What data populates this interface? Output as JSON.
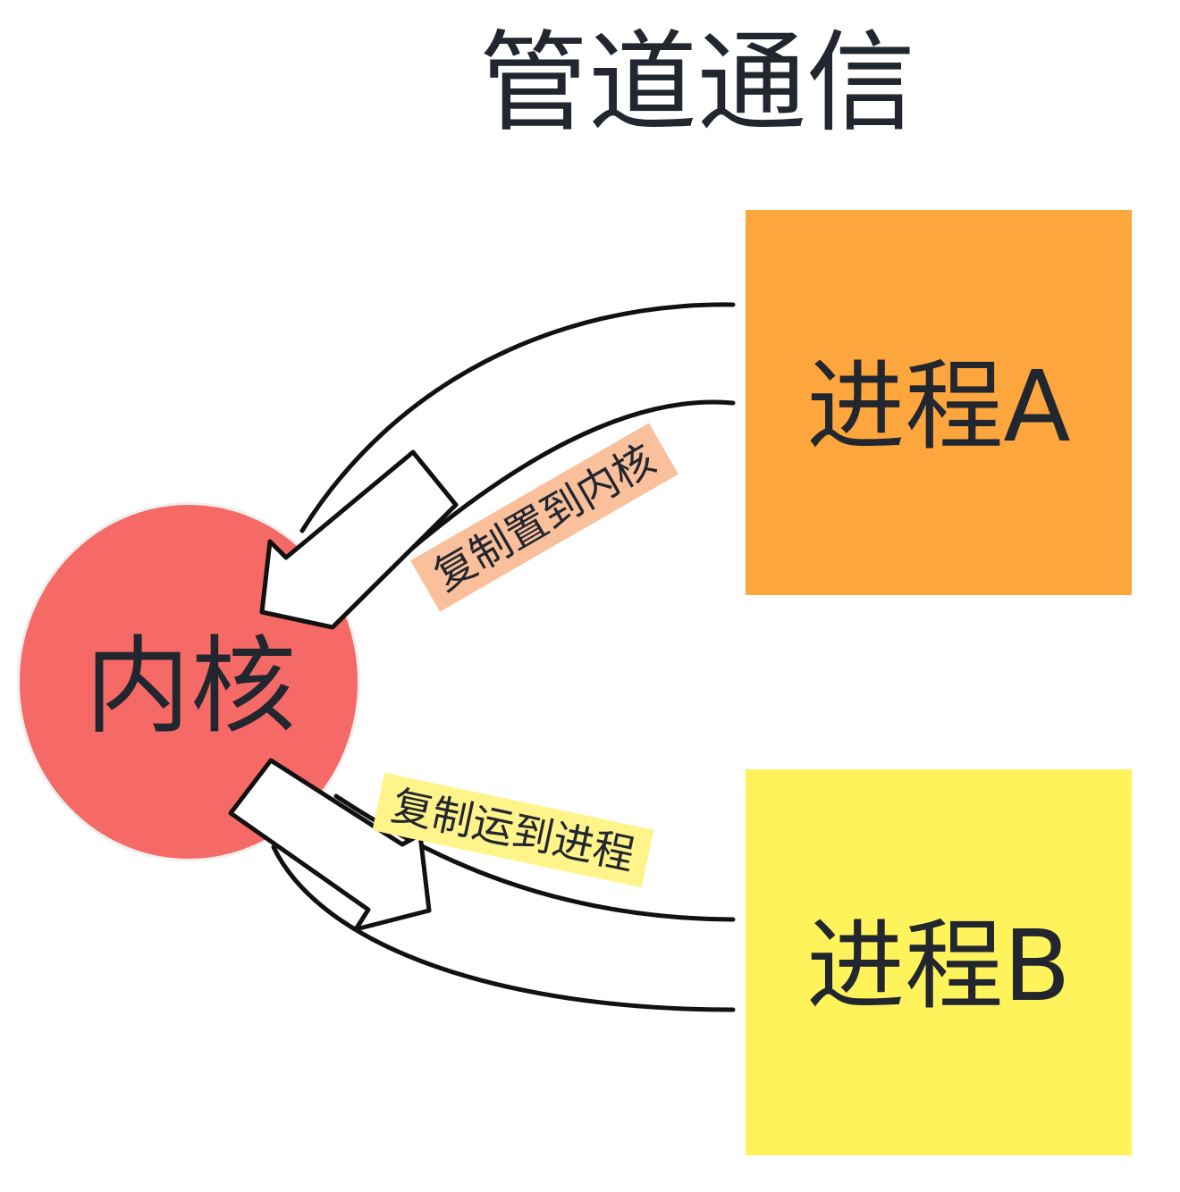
{
  "title": "管道通信",
  "kernel": {
    "label": "内核",
    "color": "#f56a66"
  },
  "process_a": {
    "label": "进程A",
    "color": "#fda63e"
  },
  "process_b": {
    "label": "进程B",
    "color": "#fff35b"
  },
  "edges": [
    {
      "from": "process_a",
      "to": "kernel",
      "label": "复制置到内核",
      "label_color": "#f9c09b"
    },
    {
      "from": "kernel",
      "to": "process_b",
      "label": "复制运到进程",
      "label_color": "#fff48a"
    }
  ]
}
